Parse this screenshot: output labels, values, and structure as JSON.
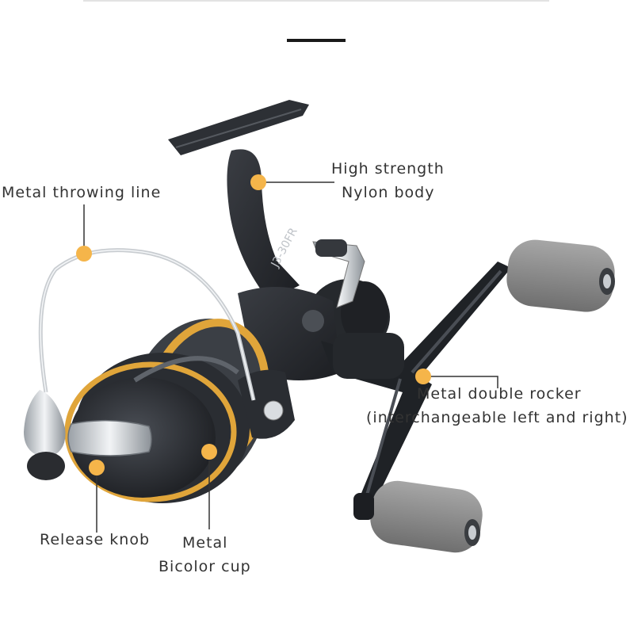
{
  "callouts": {
    "body": {
      "line1": "High strength",
      "line2": "Nylon body"
    },
    "line": {
      "text": "Metal throwing line"
    },
    "rocker": {
      "line1": "Metal double rocker",
      "line2": "(interchangeable left and right)"
    },
    "knob": {
      "text": "Release knob"
    },
    "cup": {
      "line1": "Metal",
      "line2": "Bicolor cup"
    }
  },
  "model_marking": "J3-30FR",
  "colors": {
    "marker": "#f5b54a",
    "accent_gold": "#e0a53a",
    "body_dark": "#2b2e33",
    "knob_gray": "#8a8a8a",
    "text": "#333333"
  },
  "icons": {
    "callout_marker": "orange-dot"
  }
}
